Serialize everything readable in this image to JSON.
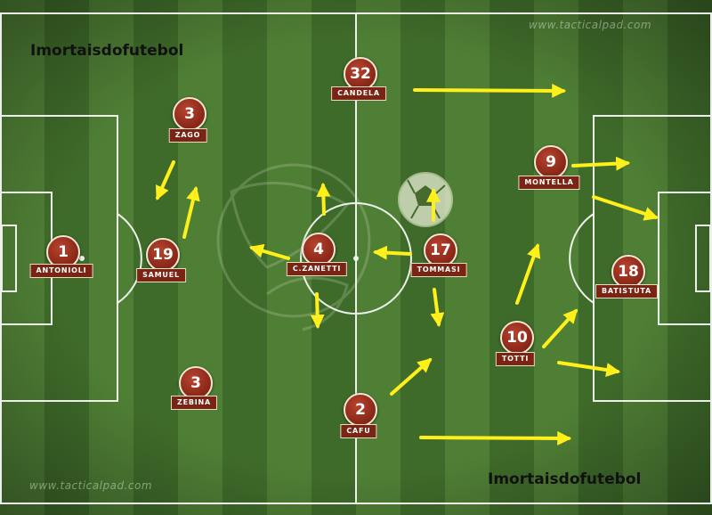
{
  "watermarks": {
    "top": "www.tacticalpad.com",
    "bottom": "www.tacticalpad.com"
  },
  "captions": {
    "top_left": "Imortaisdofutebol",
    "bottom_right": "Imortaisdofutebol"
  },
  "colors": {
    "pitch_dark": "#3f6b2a",
    "pitch_light": "#4f7f35",
    "badge": "#8e2a1a",
    "arrow": "#ffef1a",
    "line": "#ffffff"
  },
  "players": [
    {
      "number": "1",
      "name": "ANTONIOLI"
    },
    {
      "number": "19",
      "name": "SAMUEL"
    },
    {
      "number": "3",
      "name": "ZAGO"
    },
    {
      "number": "3",
      "name": "ZEBINA"
    },
    {
      "number": "32",
      "name": "CANDELA"
    },
    {
      "number": "4",
      "name": "C.ZANETTI"
    },
    {
      "number": "17",
      "name": "TOMMASI"
    },
    {
      "number": "2",
      "name": "CAFU"
    },
    {
      "number": "9",
      "name": "MONTELLA"
    },
    {
      "number": "10",
      "name": "TOTTI"
    },
    {
      "number": "18",
      "name": "BATISTUTA"
    }
  ]
}
